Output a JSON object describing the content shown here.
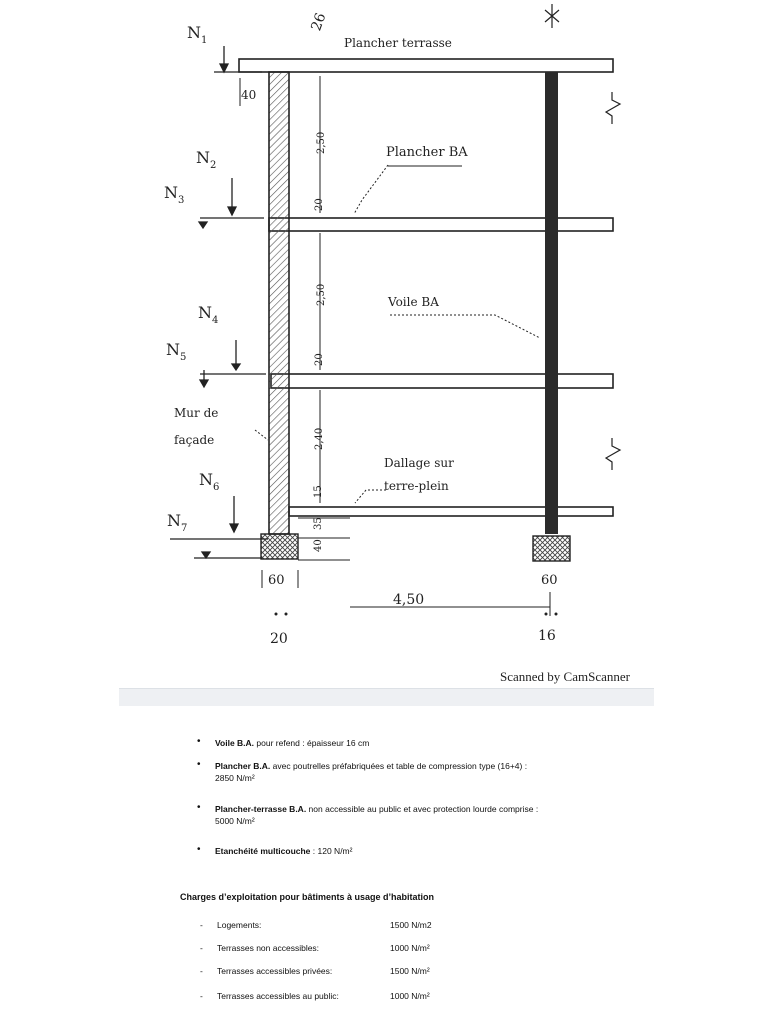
{
  "drawing": {
    "level_labels": [
      "N",
      "N",
      "N",
      "N",
      "N",
      "N",
      "N"
    ],
    "level_subscripts": [
      "1",
      "2",
      "3",
      "4",
      "5",
      "6",
      "7"
    ],
    "floor_labels": {
      "terrace": "Plancher terrasse",
      "floor_ba": "Plancher BA",
      "wall_ba": "Voile BA",
      "facade_line1": "Mur de",
      "facade_line2": "façade",
      "slab_line1": "Dallage sur",
      "slab_line2": "terre-plein"
    },
    "dimensions": {
      "top": "26",
      "d40_top": "40",
      "d250_a": "2,50",
      "d20_a": "20",
      "d250_b": "2,50",
      "d20_b": "20",
      "d240": "2,40",
      "d15": "15",
      "d35": "35",
      "d40_bottom": "40",
      "d60_left": "60",
      "d60_right": "60",
      "span": "4,50",
      "t20": "20",
      "t16": "16"
    },
    "scanner_note": "Scanned by CamScanner"
  },
  "specs": {
    "items": [
      {
        "bold": "Voile B.A.",
        "text": " pour refend : épaisseur 16 cm",
        "line2": ""
      },
      {
        "bold": "Plancher B.A.",
        "text": " avec poutrelles préfabriquées et table de compression type (16+4) :",
        "line2": "2850 N/m²"
      },
      {
        "bold": "Plancher-terrasse B.A.",
        "text": " non accessible au public et avec protection lourde comprise :",
        "line2": "5000 N/m²"
      },
      {
        "bold": "Etanchéité multicouche",
        "text": " : 120 N/m²",
        "line2": ""
      }
    ],
    "charges_title": "Charges d’exploitation pour bâtiments à usage d’habitation",
    "charges": [
      {
        "label": "Logements:",
        "value": "1500 N/m2"
      },
      {
        "label": "Terrasses non accessibles:",
        "value": "1000 N/m²"
      },
      {
        "label": "Terrasses  accessibles privées:",
        "value": "1500 N/m²"
      },
      {
        "label": "Terrasses  accessibles au public:",
        "value": "1000 N/m²"
      }
    ],
    "bullet_glyph": "•",
    "dash_glyph": "-"
  }
}
